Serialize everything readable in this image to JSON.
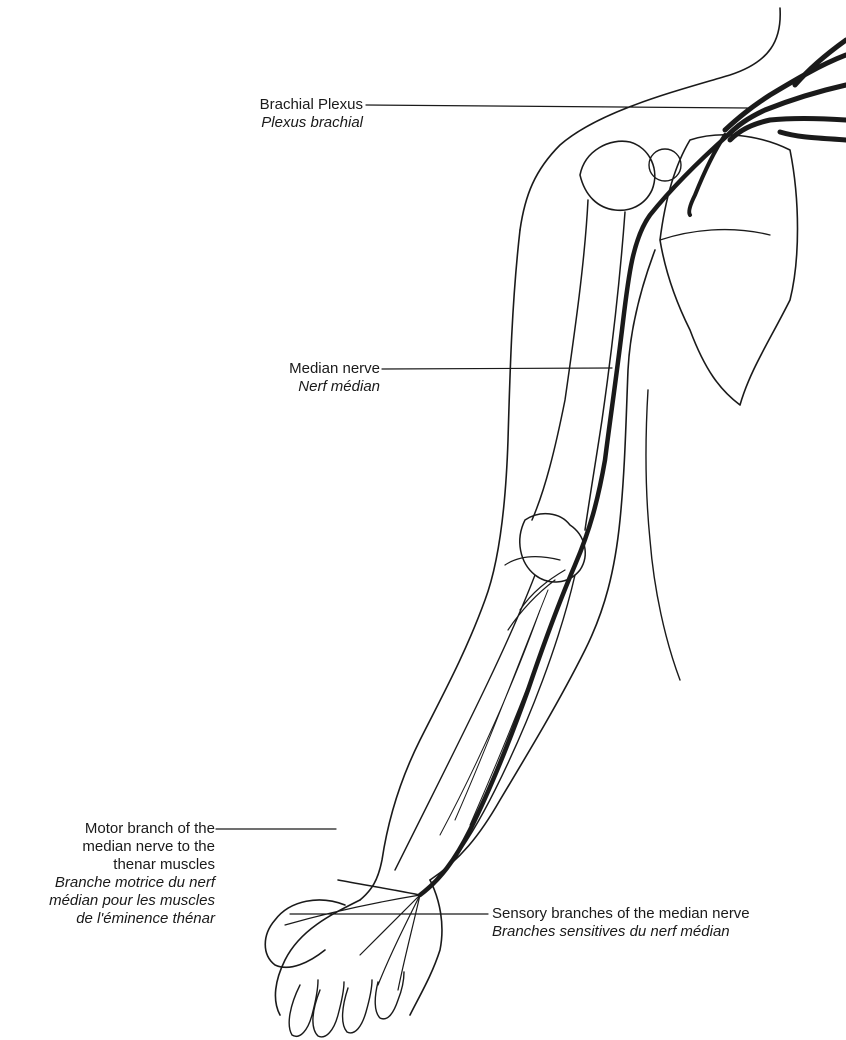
{
  "labels": {
    "brachial_plexus": {
      "en": "Brachial Plexus",
      "fr": "Plexus brachial"
    },
    "median_nerve": {
      "en": "Median nerve",
      "fr": "Nerf médian"
    },
    "motor_branch": {
      "en_lines": [
        "Motor branch of the",
        "median nerve to the",
        "thenar muscles"
      ],
      "fr_lines": [
        "Branche motrice du nerf",
        "médian pour les muscles",
        "de l'éminence thénar"
      ]
    },
    "sensory_branches": {
      "en": "Sensory branches of the median nerve",
      "fr": "Branches sensitives du nerf médian"
    }
  },
  "colors": {
    "line": "#1a1a1a",
    "background": "#ffffff"
  }
}
